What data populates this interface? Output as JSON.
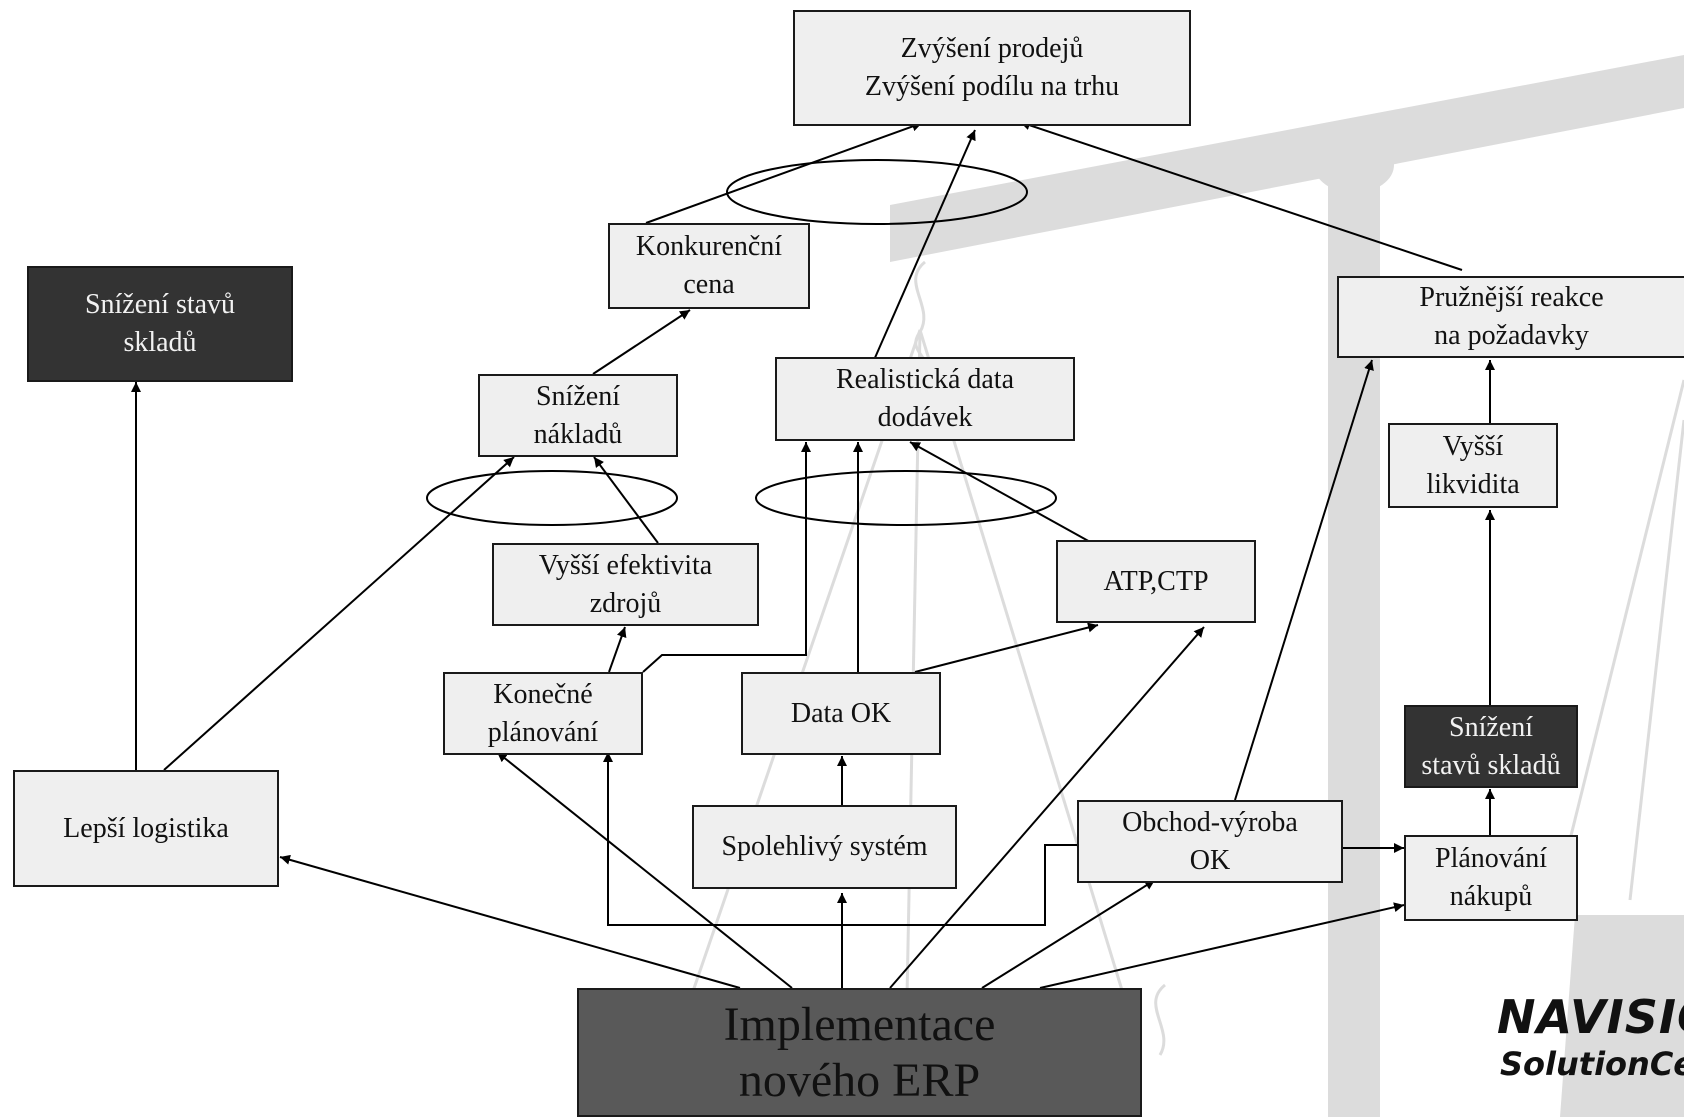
{
  "diagram": {
    "nodes": {
      "zvyseni_prodeju": "Zvýšení prodejů\nZvýšení podílu na trhu",
      "snizeni_stavu_skladu_left": "Snížení stavů\nskladů",
      "konkurencni_cena": "Konkurenční\ncena",
      "snizeni_nakladu": "Snížení\nnákladů",
      "realisticka_data": "Realistická data\ndodávek",
      "pruznejsi_reakce": "Pružnější reakce\nna požadavky",
      "vyssi_likvidita": "Vyšší\nlikvidita",
      "vyssi_efektivita": "Vyšší efektivita\nzdrojů",
      "atp_ctp": "ATP,CTP",
      "konecne_planovani": "Konečné\nplánování",
      "data_ok": "Data OK",
      "snizeni_stavu_skladu_right": "Snížení\nstavů skladů",
      "lepsi_logistika": "Lepší logistika",
      "spolehlivy_system": "Spolehlivý systém",
      "obchod_vyroba": "Obchod-výroba\nOK",
      "planovani_nakupu": "Plánování\nnákupů",
      "implementace": "Implementace\nnového ERP"
    },
    "logo": {
      "main": "NAVISIO",
      "sub": "SolutionCer"
    },
    "colors": {
      "box": "#efefef",
      "dark_box": "#333333",
      "impl_box": "#595959",
      "line": "#000000",
      "watermark": "#d9d9d9"
    }
  }
}
